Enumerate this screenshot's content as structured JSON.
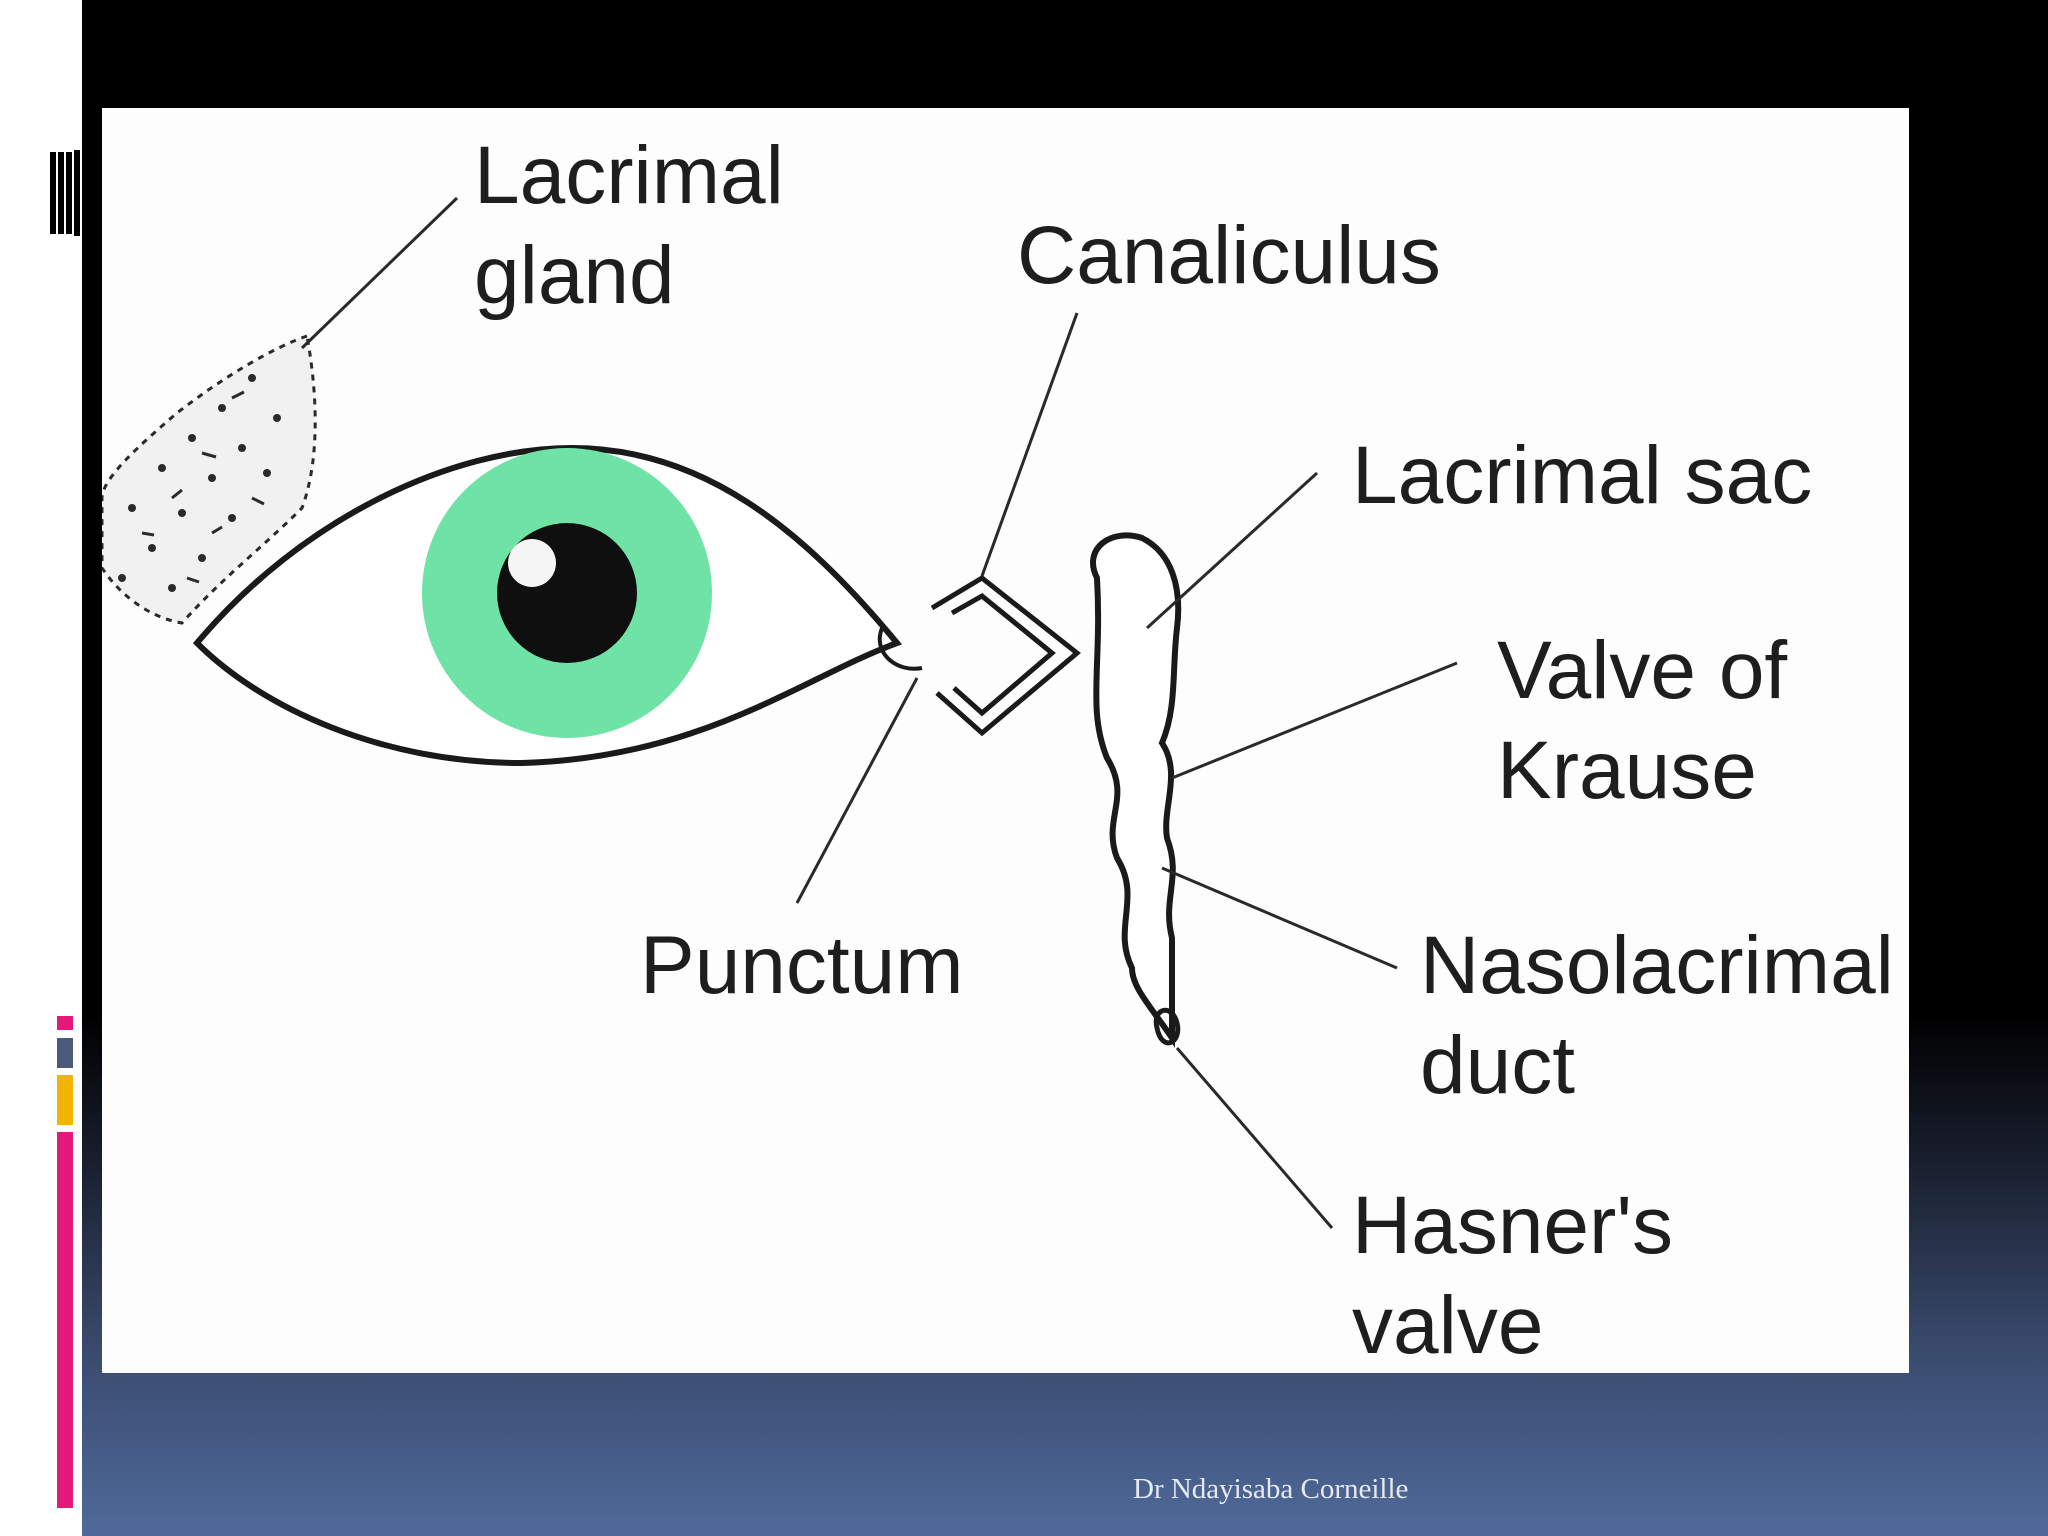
{
  "diagram": {
    "labels": {
      "lacrimal_gland_1": "Lacrimal",
      "lacrimal_gland_2": "gland",
      "canaliculus": "Canaliculus",
      "lacrimal_sac": "Lacrimal sac",
      "valve_krause_1": "Valve of",
      "valve_krause_2": "Krause",
      "punctum": "Punctum",
      "nasolacrimal_1": "Nasolacrimal",
      "nasolacrimal_2": "duct",
      "hasner_1": "Hasner's",
      "hasner_2": "valve"
    },
    "colors": {
      "iris": "#6fe3a6",
      "outline": "#1a1a1a"
    }
  },
  "footer": {
    "author": "Dr Ndayisaba Corneille"
  },
  "decorations": {
    "colors": {
      "pink": "#e5197a",
      "slate": "#4c5a7a",
      "gold": "#f2b400"
    },
    "icon": "document-stack-icon"
  }
}
